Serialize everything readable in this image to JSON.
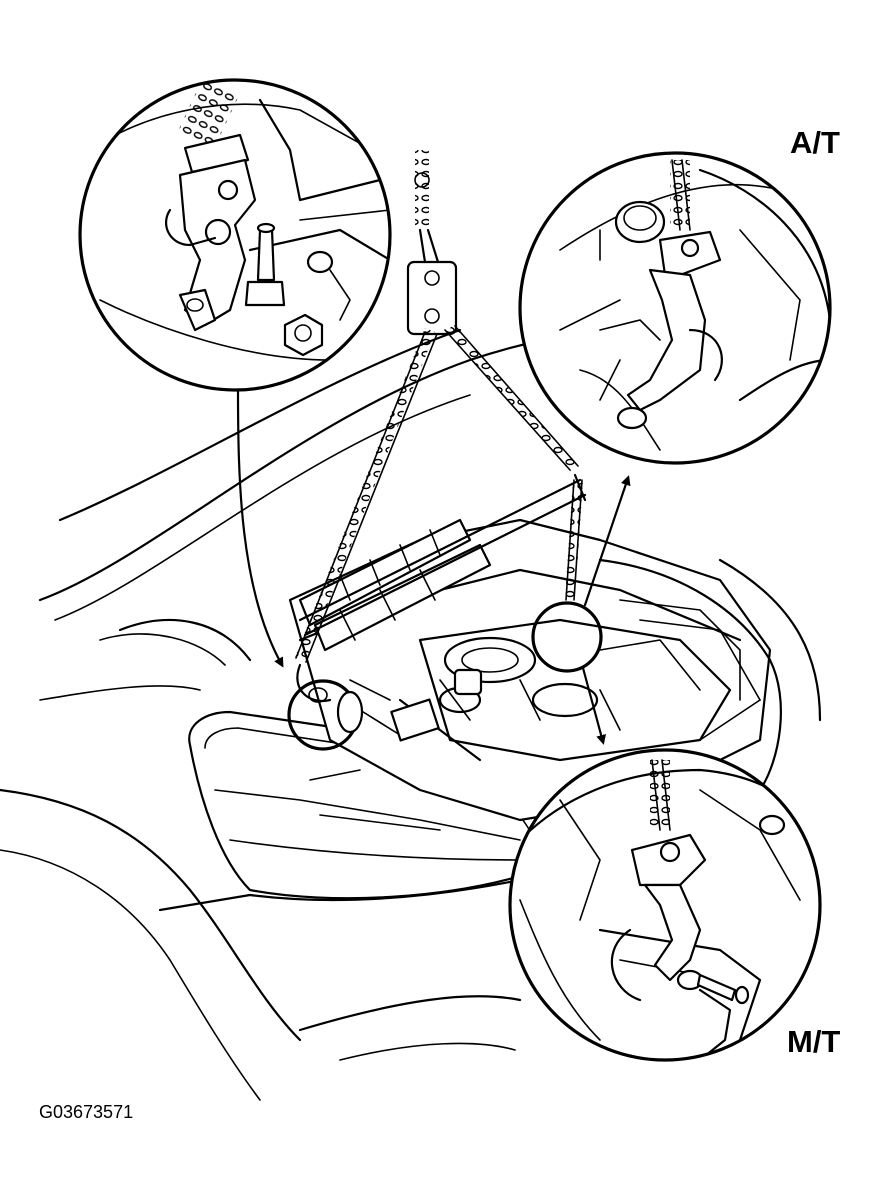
{
  "labels": {
    "at": "A/T",
    "mt": "M/T",
    "figure_code": "G03673571"
  },
  "colors": {
    "ink": "#000000",
    "paper": "#ffffff"
  }
}
